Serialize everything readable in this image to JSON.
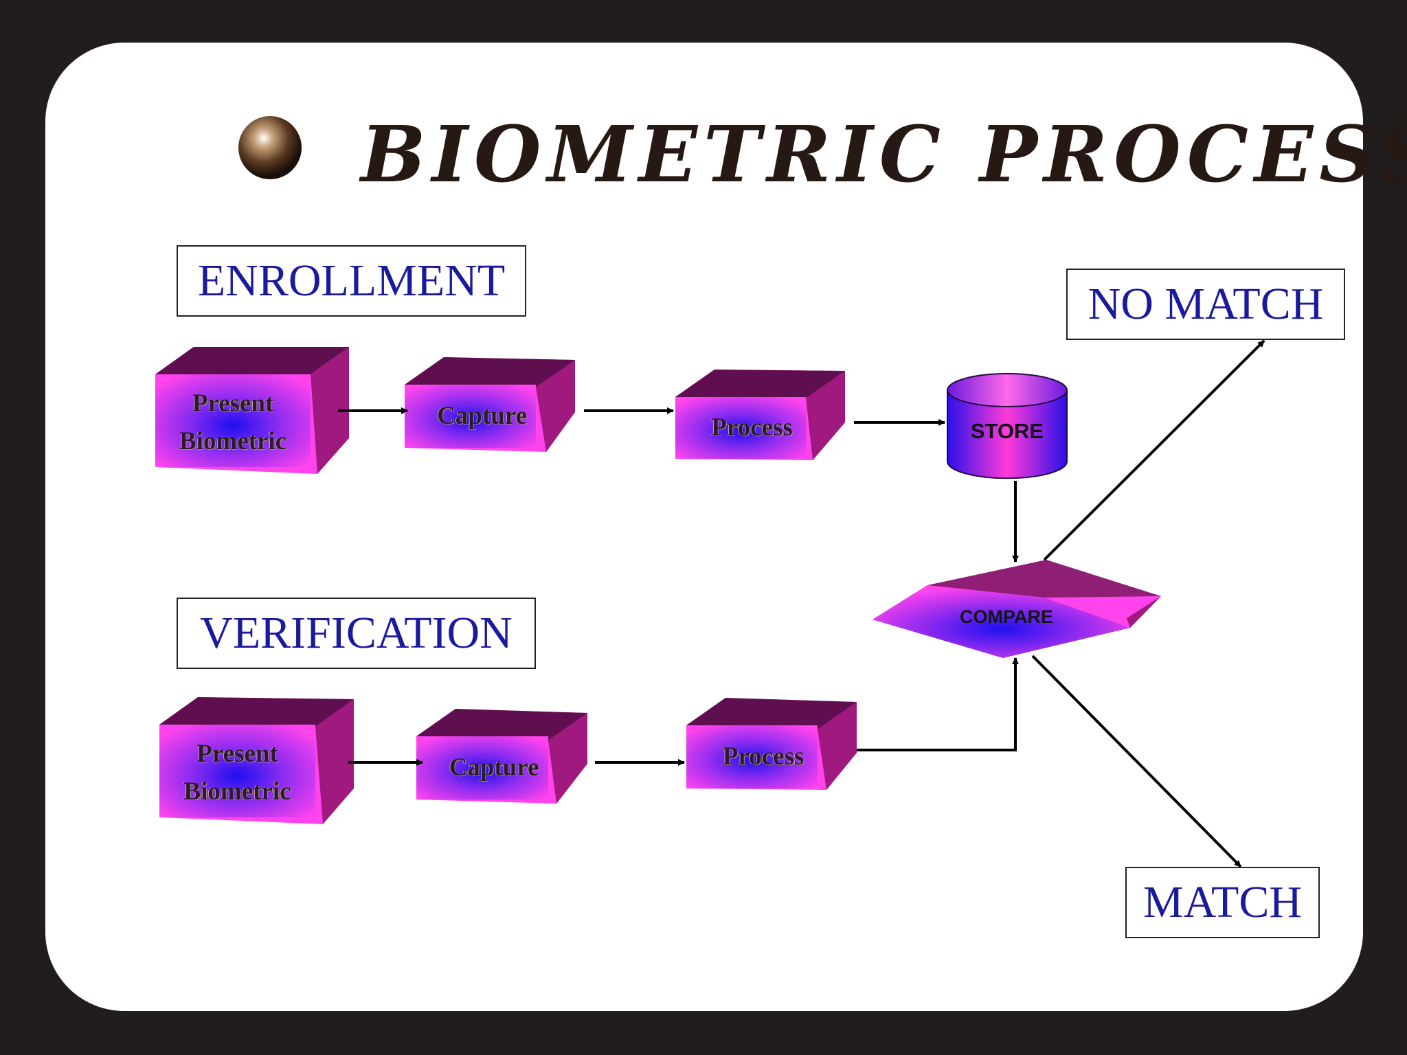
{
  "title": "BIOMETRIC PROCESS",
  "sections": {
    "enrollment": "ENROLLMENT",
    "verification": "VERIFICATION"
  },
  "results": {
    "no_match": "NO MATCH",
    "match": "MATCH"
  },
  "enrollment_steps": {
    "present_line1": "Present",
    "present_line2": "Biometric",
    "capture": "Capture",
    "process": "Process"
  },
  "verification_steps": {
    "present_line1": "Present",
    "present_line2": "Biometric",
    "capture": "Capture",
    "process": "Process"
  },
  "store": "STORE",
  "compare": "COMPARE",
  "colors": {
    "block_face": "#ff44ee",
    "block_center": "#2a1ae8",
    "block_top": "#5f0f4f",
    "block_side": "#a0197f",
    "label_text": "#1a1a9c",
    "frame": "#211d1d"
  }
}
